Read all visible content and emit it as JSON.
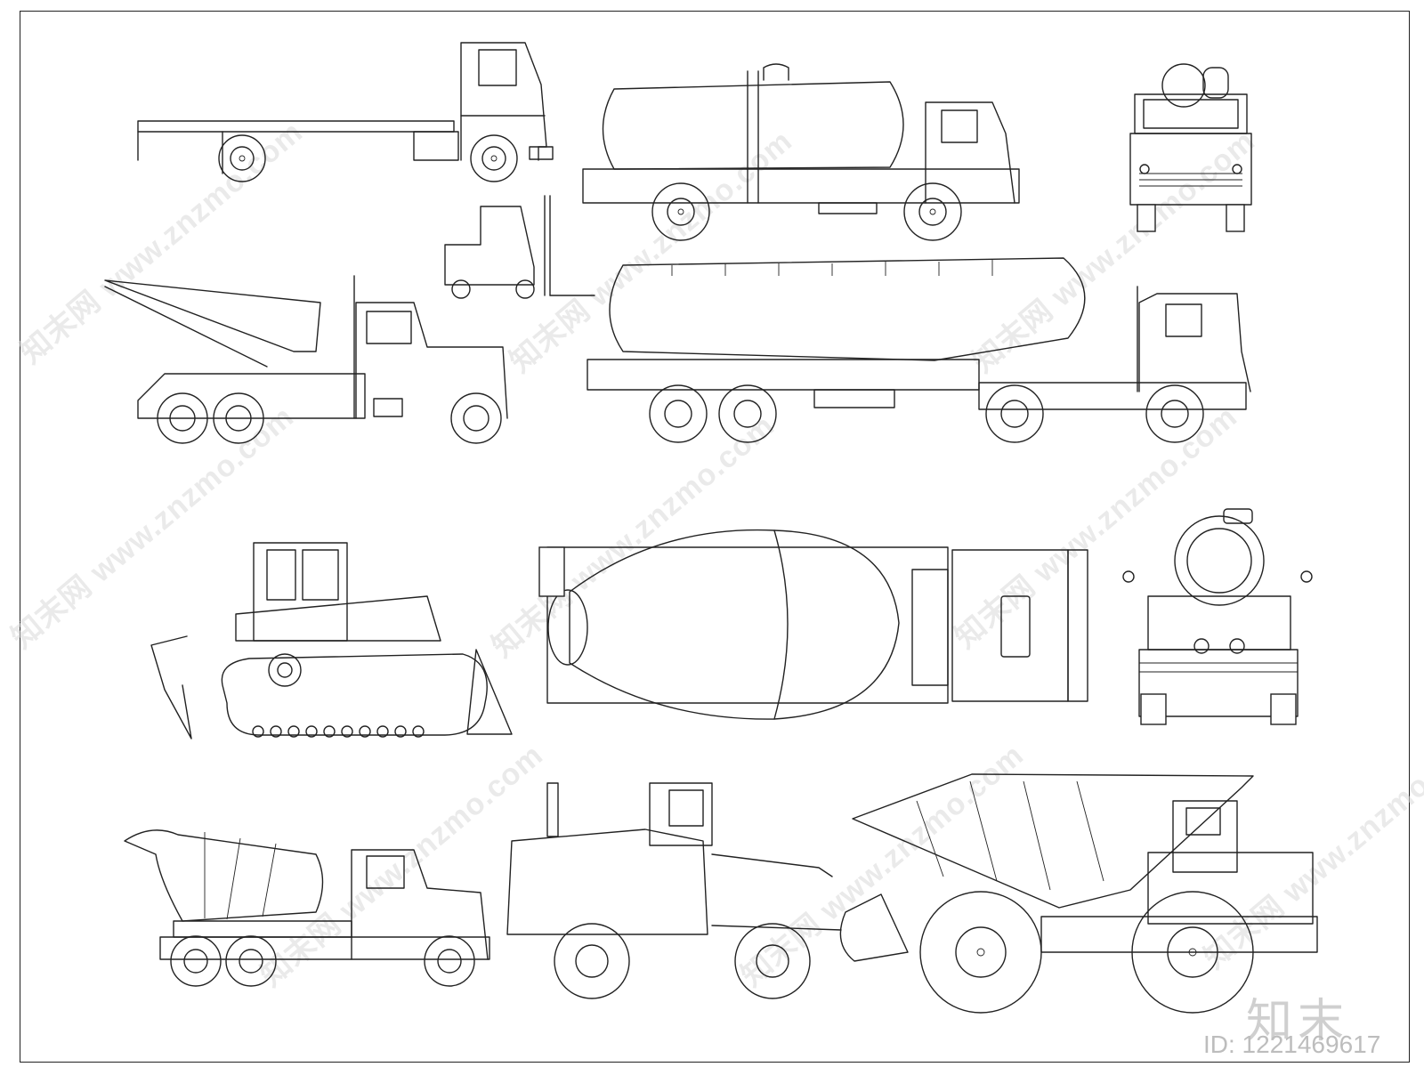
{
  "watermark": {
    "text": "知末网 www.znzmo.com"
  },
  "logo": {
    "text": "知末"
  },
  "image_id": {
    "text": "ID: 1221469617"
  }
}
